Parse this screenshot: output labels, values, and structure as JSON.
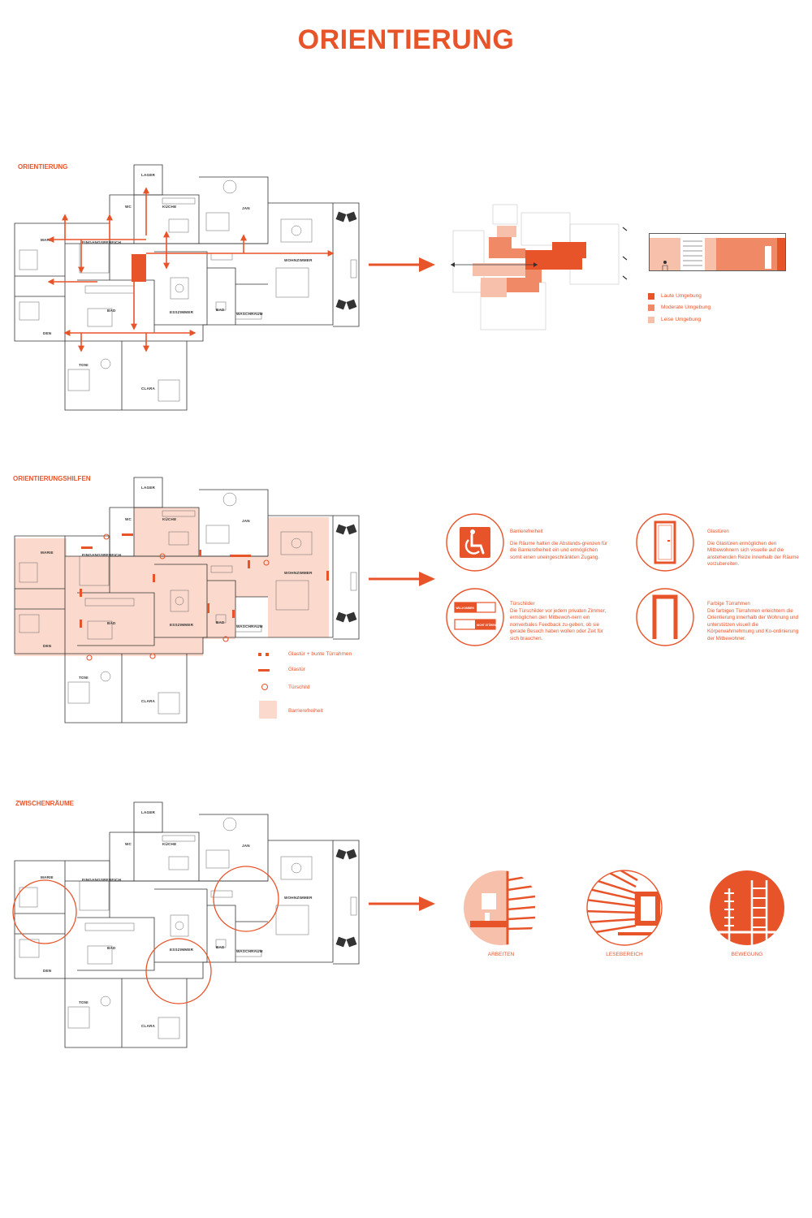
{
  "page_title": "ORIENTIERUNG",
  "sections": [
    {
      "title": "ORIENTIERUNG"
    },
    {
      "title": "ORIENTIERUNGSHILFEN"
    },
    {
      "title": "ZWISCHENRÄUME"
    }
  ],
  "rooms": {
    "lager": "LAGER",
    "wc": "WC",
    "kueche": "KÜCHE",
    "jan": "JAN",
    "marie": "MARIE",
    "eingang": "EINGANGSBEREICH",
    "wohnzimmer": "WOHNZIMMER",
    "bad": "BAD",
    "esszimmer": "ESSZIMMER",
    "waschraum": "WASCHRAUM",
    "den": "DEN",
    "toni": "TONI",
    "clara": "CLARA"
  },
  "noise_legend": [
    {
      "label": "Laute Umgebung",
      "color": "#e8542a"
    },
    {
      "label": "Moderate Umgebung",
      "color": "#f08a66"
    },
    {
      "label": "Leise Umgebung",
      "color": "#f7c0ab"
    }
  ],
  "aids_legend": {
    "glass_frame": "Glastür + bunte Türrahmen",
    "glass_door": "Glastür",
    "sign": "Türschild",
    "barrier_free": "Barrierefreiheit"
  },
  "aids": [
    {
      "icon": "wheelchair-icon",
      "title": "Barrierefreiheit",
      "text": "Die Räume halten die Abstands-grenzen für die Barrierefreiheit ein und ermöglichen somit einen uneingeschränkten Zugang."
    },
    {
      "icon": "glass-door-icon",
      "title": "Glastüren",
      "text": "Die Glastüren ermöglichen den Mitbewohnern sich visuelle auf die anstehenden Reize innerhalb der Räume vorzubereiten."
    },
    {
      "icon": "door-sign-icon",
      "title": "Türschilder",
      "text": "Die Türschilder vor jedem privaten Zimmer, ermöglichen den Mitbewoh-nern ein nonverbales Feedback zu-geben, ob sie gerade Besuch haben wollen oder Zeit für sich brauchen."
    },
    {
      "icon": "door-frame-icon",
      "title": "Farbige Türrahmen",
      "text": "Die farbigen Türrahmen erleichtern die Orientierung innerhalb der Wohnung und unterstützen visuell die Körperwahrnehmung und Ko-ordinierung der Mitbewohner."
    }
  ],
  "door_signs": {
    "welcome": "WILLKOMMEN",
    "do_not_disturb": "NICHT STÖREN"
  },
  "spaces": [
    {
      "label": "ARBEITEN",
      "icon": "workspace-icon"
    },
    {
      "label": "LESEBEREICH",
      "icon": "reading-area-icon"
    },
    {
      "label": "BEWEGUNG",
      "icon": "movement-icon"
    }
  ],
  "colors": {
    "accent": "#e8542a",
    "moderate": "#f08a66",
    "light": "#f7c0ab",
    "barrier": "#fbd9cc",
    "line": "#333333"
  }
}
